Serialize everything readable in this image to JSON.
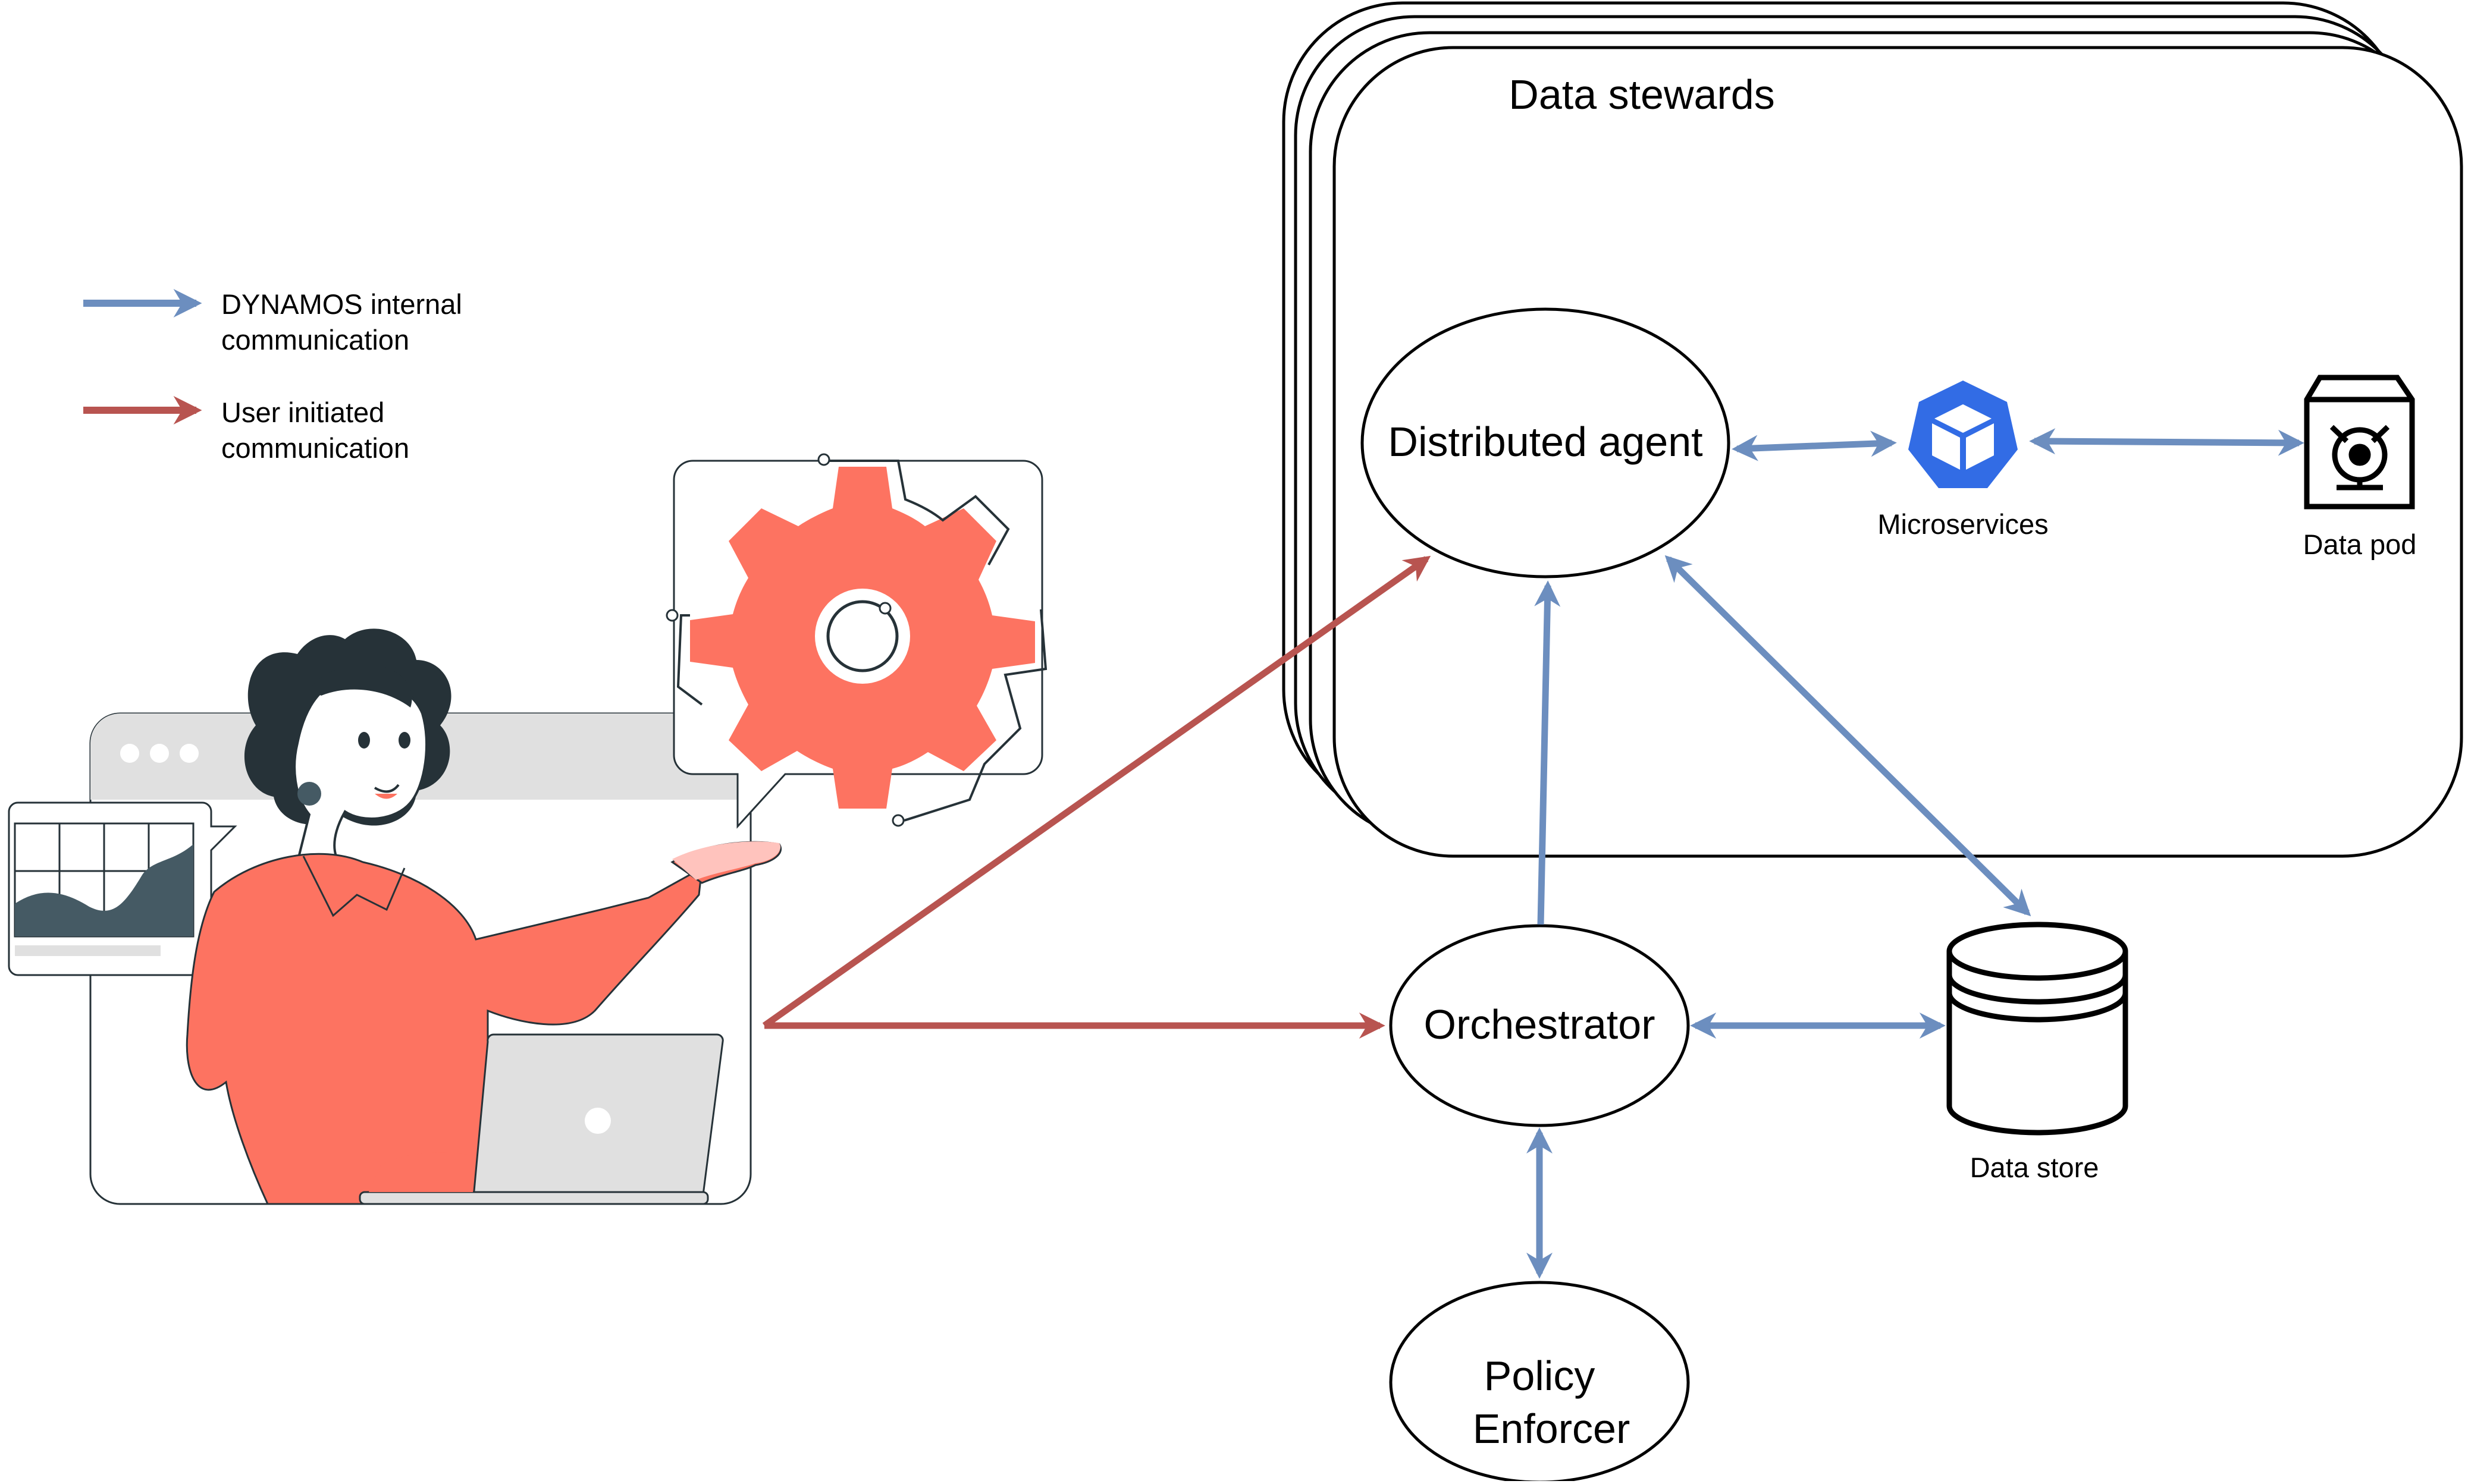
{
  "legend": {
    "internal": "DYNAMOS internal",
    "internal_line2": "communication",
    "user": "User initiated",
    "user_line2": "communication"
  },
  "stewards": {
    "title": "Data stewards"
  },
  "nodes": {
    "distributed_agent": "Distributed agent",
    "orchestrator": "Orchestrator",
    "policy_line1": "Policy",
    "policy_line2": "Enforcer",
    "microservices": "Microservices",
    "data_pod": "Data pod",
    "data_store": "Data store"
  },
  "colors": {
    "internal_arrow": "#6c8ebf",
    "user_arrow": "#b85450",
    "illustration_accent": "#fd7361",
    "kubernetes_blue": "#326ce5",
    "dark_ink": "#263238"
  }
}
